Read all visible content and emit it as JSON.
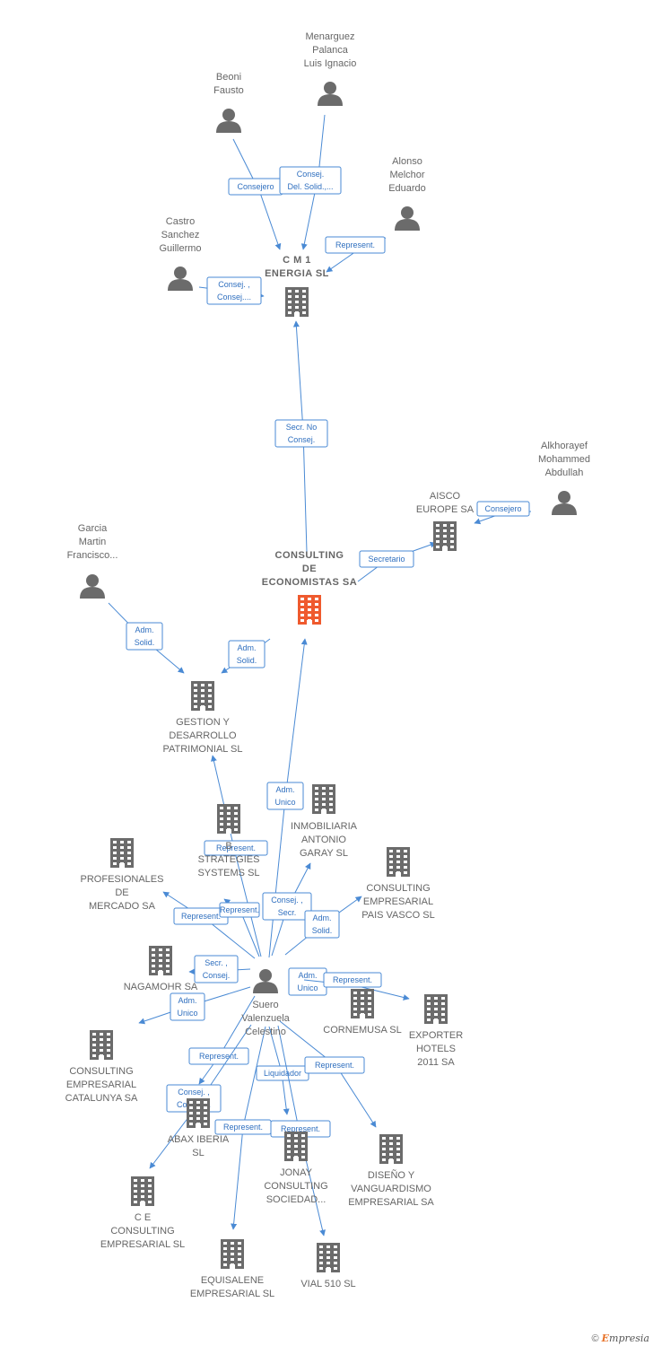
{
  "colors": {
    "edge": "#4a8ad4",
    "company": "#6b6b6b",
    "person": "#6b6b6b",
    "focus": "#ef5a2e"
  },
  "nodes": [
    {
      "id": "cm1",
      "kind": "company",
      "lines": [
        "C M 1",
        "ENERGIA SL"
      ],
      "bold": true
    },
    {
      "id": "menarguez",
      "kind": "person",
      "lines": [
        "Menarguez",
        "Palanca",
        "Luis Ignacio"
      ]
    },
    {
      "id": "beoni",
      "kind": "person",
      "lines": [
        "Beoni",
        "Fausto"
      ]
    },
    {
      "id": "alonso",
      "kind": "person",
      "lines": [
        "Alonso",
        "Melchor",
        "Eduardo"
      ]
    },
    {
      "id": "castro",
      "kind": "person",
      "lines": [
        "Castro",
        "Sanchez",
        "Guillermo"
      ]
    },
    {
      "id": "alkhorayef",
      "kind": "person",
      "lines": [
        "Alkhorayef",
        "Mohammed",
        "Abdullah"
      ]
    },
    {
      "id": "aisco",
      "kind": "company",
      "lines": [
        "AISCO",
        "EUROPE SA"
      ]
    },
    {
      "id": "consulting",
      "kind": "focus",
      "lines": [
        "CONSULTING",
        "DE",
        "ECONOMISTAS SA"
      ],
      "bold": true
    },
    {
      "id": "garcia",
      "kind": "person",
      "lines": [
        "Garcia",
        "Martin",
        "Francisco..."
      ]
    },
    {
      "id": "gestion",
      "kind": "company",
      "lines": [
        "GESTION Y",
        "DESARROLLO",
        "PATRIMONIAL SL"
      ]
    },
    {
      "id": "inmobiliaria",
      "kind": "company",
      "lines": [
        "INMOBILIARIA",
        "ANTONIO",
        "GARAY SL"
      ]
    },
    {
      "id": "strategies",
      "kind": "company",
      "lines": [
        "B",
        "STRATEGIES",
        "SYSTEMS SL"
      ]
    },
    {
      "id": "profesionales",
      "kind": "company",
      "lines": [
        "PROFESIONALES",
        "DE",
        "MERCADO SA"
      ]
    },
    {
      "id": "cepv",
      "kind": "company",
      "lines": [
        "CONSULTING",
        "EMPRESARIAL",
        "PAIS VASCO SL"
      ]
    },
    {
      "id": "nagamohr",
      "kind": "company",
      "lines": [
        "NAGAMOHR SA"
      ]
    },
    {
      "id": "suero",
      "kind": "person",
      "lines": [
        "Suero",
        "Valenzuela",
        "Celestino"
      ]
    },
    {
      "id": "cornemusa",
      "kind": "company",
      "lines": [
        "CORNEMUSA SL"
      ]
    },
    {
      "id": "exporter",
      "kind": "company",
      "lines": [
        "EXPORTER",
        "HOTELS",
        "2011 SA"
      ]
    },
    {
      "id": "cecat",
      "kind": "company",
      "lines": [
        "CONSULTING",
        "EMPRESARIAL",
        "CATALUNYA SA"
      ]
    },
    {
      "id": "abax",
      "kind": "company",
      "lines": [
        "ABAX IBERIA",
        "SL"
      ]
    },
    {
      "id": "jonay",
      "kind": "company",
      "lines": [
        "JONAY",
        "CONSULTING",
        "SOCIEDAD..."
      ]
    },
    {
      "id": "diseno",
      "kind": "company",
      "lines": [
        "DISEÑO Y",
        "VANGUARDISMO",
        "EMPRESARIAL SA"
      ]
    },
    {
      "id": "ceconsulting",
      "kind": "company",
      "lines": [
        "C E",
        "CONSULTING",
        "EMPRESARIAL SL"
      ]
    },
    {
      "id": "equisalene",
      "kind": "company",
      "lines": [
        "EQUISALENE",
        "EMPRESARIAL SL"
      ]
    },
    {
      "id": "vial",
      "kind": "company",
      "lines": [
        "VIAL 510 SL"
      ]
    }
  ],
  "edges": [
    {
      "label": [
        "Consejero"
      ]
    },
    {
      "label": [
        "Consej.",
        "Del. Solid.,..."
      ]
    },
    {
      "label": [
        "Represent."
      ]
    },
    {
      "label": [
        "Consej. ,",
        "Consej...."
      ]
    },
    {
      "label": [
        "Secr.  No",
        "Consej."
      ]
    },
    {
      "label": [
        "Consejero"
      ]
    },
    {
      "label": [
        "Secretario"
      ]
    },
    {
      "label": [
        "Adm.",
        "Solid."
      ]
    },
    {
      "label": [
        "Adm.",
        "Solid."
      ]
    },
    {
      "label": [
        "Adm.",
        "Unico"
      ]
    },
    {
      "label": [
        "Represent."
      ]
    },
    {
      "label": [
        "Represent."
      ]
    },
    {
      "label": [
        "Represent."
      ]
    },
    {
      "label": [
        "Consej. ,",
        "Secr."
      ]
    },
    {
      "label": [
        "Adm.",
        "Solid."
      ]
    },
    {
      "label": [
        "Secr. ,",
        "Consej."
      ]
    },
    {
      "label": [
        "Adm.",
        "Unico"
      ]
    },
    {
      "label": [
        "Adm.",
        "Unico"
      ]
    },
    {
      "label": [
        "Represent."
      ]
    },
    {
      "label": [
        "Represent."
      ]
    },
    {
      "label": [
        "Liquidador"
      ]
    },
    {
      "label": [
        "Represent."
      ]
    },
    {
      "label": [
        "Consej. ,",
        "Consej...."
      ]
    },
    {
      "label": [
        "Represent."
      ]
    },
    {
      "label": [
        "Represent."
      ]
    }
  ],
  "footer": {
    "copyright": "©",
    "brand_e": "E",
    "brand_rest": "mpresia"
  }
}
